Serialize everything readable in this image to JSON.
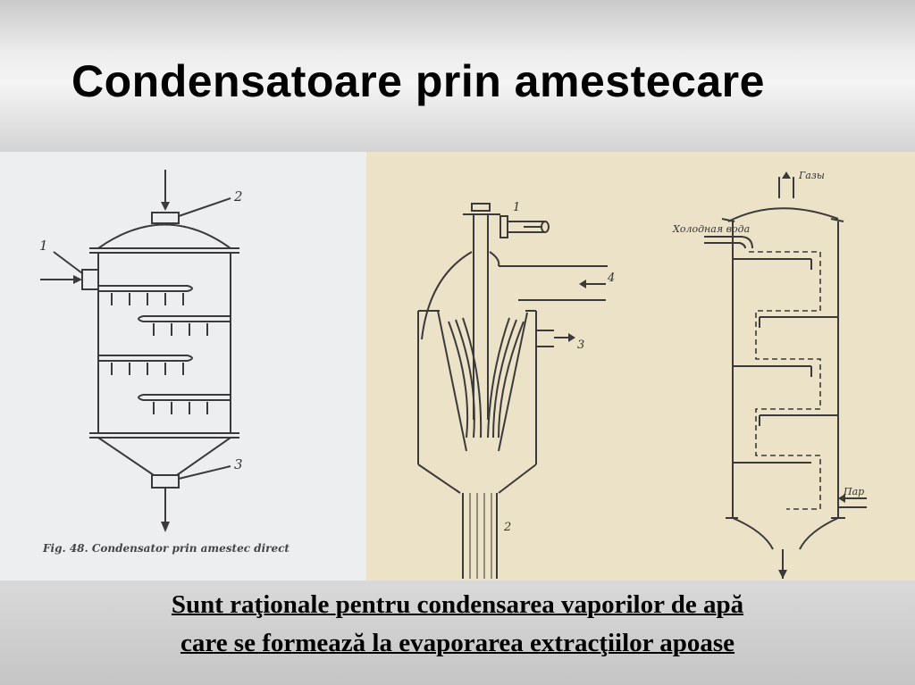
{
  "slide": {
    "title": "Condensatoare prin amestecare",
    "caption_line1": "Sunt raţionale pentru condensarea vaporilor de apă",
    "caption_line2": "care se formează la evaporarea extracţiilor apoase"
  },
  "figure_left": {
    "caption": "Fig. 48. Condensator prin amestec direct",
    "label_1": "1",
    "label_2": "2",
    "label_3": "3"
  },
  "figure_middle": {
    "label_1": "1",
    "label_2": "2",
    "label_3": "3",
    "label_4": "4"
  },
  "figure_right": {
    "label_gas": "Газы",
    "label_cold_water": "Холодная вода",
    "label_steam": "Пар"
  },
  "colors": {
    "header_bg": "#ededed",
    "left_figure_bg": "#eceef0",
    "right_figure_bg": "#ebe2c7",
    "line": "#3a3a3a"
  }
}
